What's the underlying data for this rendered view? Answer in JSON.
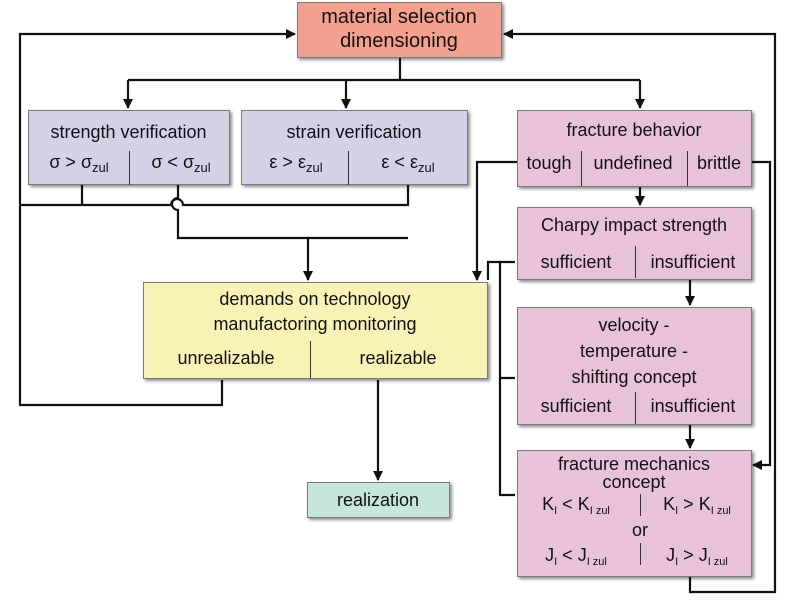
{
  "nodes": {
    "selection": {
      "line1": "material selection",
      "line2": "dimensioning"
    },
    "strength": {
      "title": "strength verification",
      "left": {
        "sym": "σ",
        "op": " > ",
        "sym2": "σ",
        "sub": "zul"
      },
      "right": {
        "sym": "σ",
        "op": " < ",
        "sym2": "σ",
        "sub": "zul"
      }
    },
    "strain": {
      "title": "strain verification",
      "left": {
        "sym": "ε",
        "op": " > ",
        "sym2": "ε",
        "sub": "zul"
      },
      "right": {
        "sym": "ε",
        "op": " < ",
        "sym2": "ε",
        "sub": "zul"
      }
    },
    "fracture": {
      "title": "fracture behavior",
      "opt1": "tough",
      "opt2": "undefined",
      "opt3": "brittle"
    },
    "charpy": {
      "title": "Charpy impact strength",
      "opt1": "sufficient",
      "opt2": "insufficient"
    },
    "demands": {
      "line1": "demands on technology",
      "line2": "manufactoring monitoring",
      "opt1": "unrealizable",
      "opt2": "realizable"
    },
    "velocity": {
      "line1": "velocity -",
      "line2": "temperature -",
      "line3": "shifting concept",
      "opt1": "sufficient",
      "opt2": "insufficient"
    },
    "mechanics": {
      "line1": "fracture mechanics",
      "line2": "concept",
      "k_left": {
        "a": "K",
        "asub": "I",
        "op": " < ",
        "b": "K",
        "bsub": "I zul"
      },
      "k_right": {
        "a": "K",
        "asub": "I",
        "op": " > ",
        "b": "K",
        "bsub": "I zul"
      },
      "or": "or",
      "j_left": {
        "a": "J",
        "asub": "I",
        "op": " < ",
        "b": "J",
        "bsub": "I zul"
      },
      "j_right": {
        "a": "J",
        "asub": "I",
        "op": " > ",
        "b": "J",
        "bsub": "I zul"
      }
    },
    "realization": {
      "label": "realization"
    }
  },
  "colors": {
    "top": "#f4a08e",
    "verify": "#d4d1e6",
    "fracture": "#e8c2d9",
    "demands": "#f8f2b4",
    "realization": "#c5e6d8",
    "line": "#111111"
  }
}
